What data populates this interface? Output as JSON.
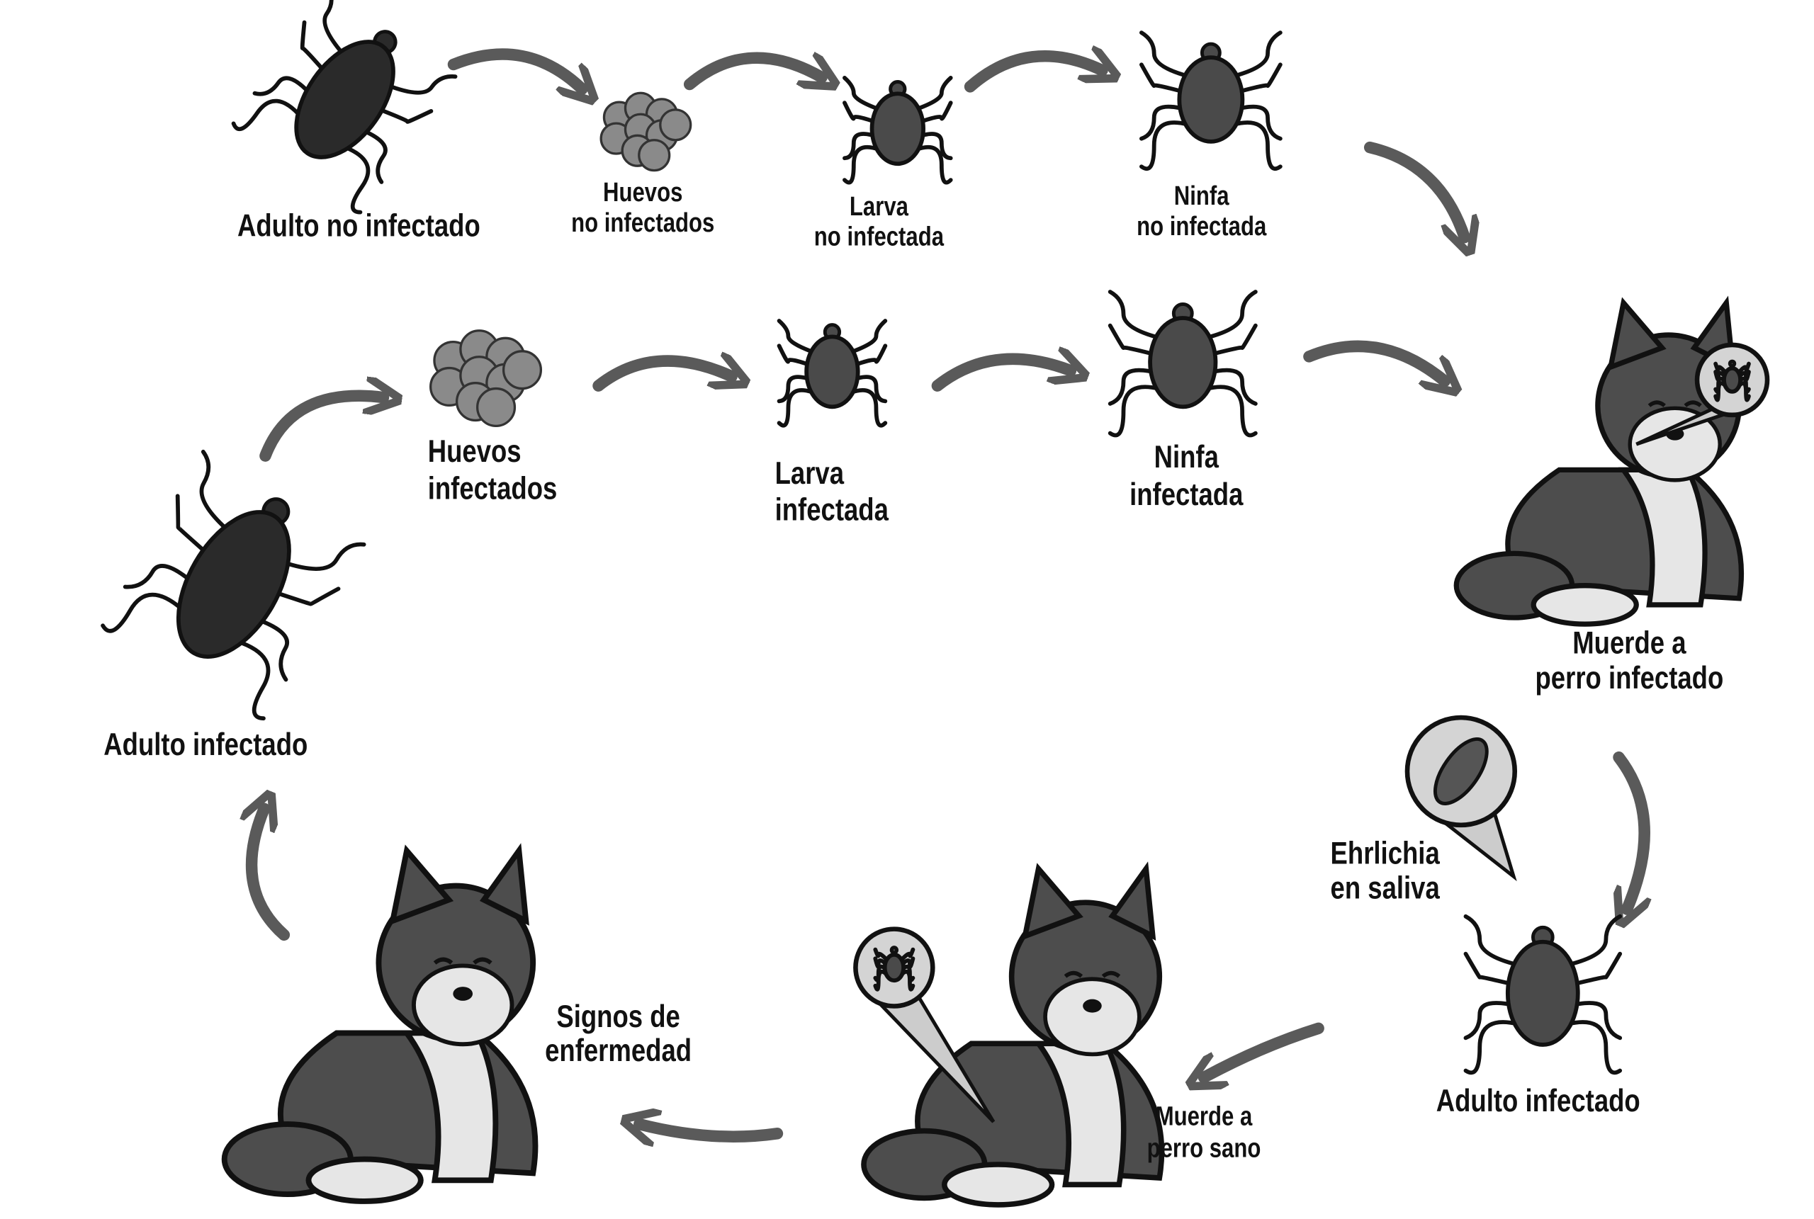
{
  "title_labels": {
    "adult_uninfected": "Adulto no infectado",
    "eggs_uninfected": [
      "Huevos",
      "no infectados"
    ],
    "larva_uninfected": [
      "Larva",
      "no infectada"
    ],
    "nymph_uninfected": [
      "Ninfa",
      "no infectada"
    ],
    "eggs_infected": [
      "Huevos",
      "infectados"
    ],
    "larva_infected": [
      "Larva",
      "infectada"
    ],
    "nymph_infected": [
      "Ninfa",
      "infectada"
    ],
    "bites_infected_dog": [
      "Muerde a",
      "perro infectado"
    ],
    "ehrlichia": [
      "Ehrlichia",
      "en saliva"
    ],
    "adult_infected_right": "Adulto infectado",
    "bites_healthy_dog": [
      "Muerde a",
      "perro sano"
    ],
    "disease_signs": [
      "Signos de",
      "enfermedad"
    ],
    "adult_infected_left": "Adulto  infectado"
  },
  "colors": {
    "arrow": "#5a5a5a",
    "tick_dark": "#2a2a2a",
    "tick_mid": "#4a4a4a",
    "egg": "#8a8a8a",
    "dog_dark": "#4d4d4d",
    "dog_light": "#e6e6e6"
  }
}
